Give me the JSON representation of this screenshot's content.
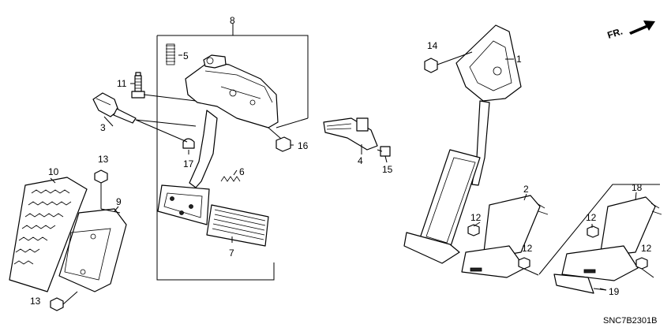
{
  "direction": {
    "label": "FR.",
    "arrow_icon": "front-arrow-icon"
  },
  "diagram_code": "SNC7B2301B",
  "callouts": [
    {
      "id": "c1",
      "text": "1"
    },
    {
      "id": "c2",
      "text": "2"
    },
    {
      "id": "c3",
      "text": "3"
    },
    {
      "id": "c4",
      "text": "4"
    },
    {
      "id": "c5",
      "text": "5"
    },
    {
      "id": "c6",
      "text": "6"
    },
    {
      "id": "c7",
      "text": "7"
    },
    {
      "id": "c8",
      "text": "8"
    },
    {
      "id": "c9",
      "text": "9"
    },
    {
      "id": "c10",
      "text": "10"
    },
    {
      "id": "c11",
      "text": "11"
    },
    {
      "id": "c12a",
      "text": "12"
    },
    {
      "id": "c12b",
      "text": "12"
    },
    {
      "id": "c12c",
      "text": "12"
    },
    {
      "id": "c12d",
      "text": "12"
    },
    {
      "id": "c13a",
      "text": "13"
    },
    {
      "id": "c13b",
      "text": "13"
    },
    {
      "id": "c14",
      "text": "14"
    },
    {
      "id": "c15",
      "text": "15"
    },
    {
      "id": "c16",
      "text": "16"
    },
    {
      "id": "c17",
      "text": "17"
    },
    {
      "id": "c18",
      "text": "18"
    },
    {
      "id": "c19",
      "text": "19"
    }
  ]
}
